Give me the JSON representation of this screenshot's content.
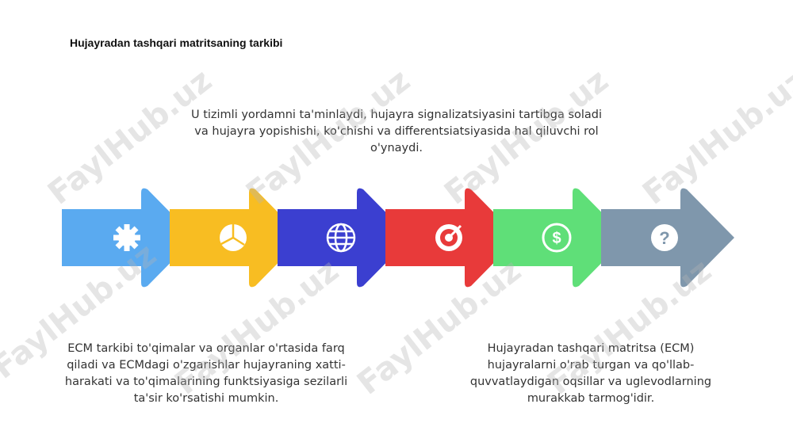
{
  "title": "Hujayradan tashqari matritsaning tarkibi",
  "top_text": [
    "U tizimli yordamni ta'minlaydi, hujayra signalizatsiyasini tartibga soladi",
    "va hujayra yopishishi, ko'chishi va differentsiatsiyasida hal qiluvchi rol",
    "o'ynaydi."
  ],
  "left_text": [
    "ECM tarkibi to'qimalar va organlar o'rtasida farq",
    "qiladi va ECMdagi o'zgarishlar hujayraning xatti-",
    "harakati va to'qimalarining funktsiyasiga sezilarli",
    "ta'sir ko'rsatishi mumkin."
  ],
  "right_text": [
    "Hujayradan tashqari matritsa (ECM)",
    "hujayralarni o'rab turgan va qo'llab-",
    "quvvatlaydigan oqsillar va uglevodlarning",
    "murakkab tarmog'idir."
  ],
  "arrows": [
    {
      "icon": "gear-icon",
      "color": "#5aaaf0"
    },
    {
      "icon": "pie-chart-icon",
      "color": "#f8bd22"
    },
    {
      "icon": "globe-icon",
      "color": "#3b3fd0"
    },
    {
      "icon": "target-icon",
      "color": "#e83a3a"
    },
    {
      "icon": "dollar-icon",
      "color": "#5fdf78"
    },
    {
      "icon": "question-icon",
      "color": "#7f97ac"
    }
  ],
  "watermark": "FaylHub.uz"
}
